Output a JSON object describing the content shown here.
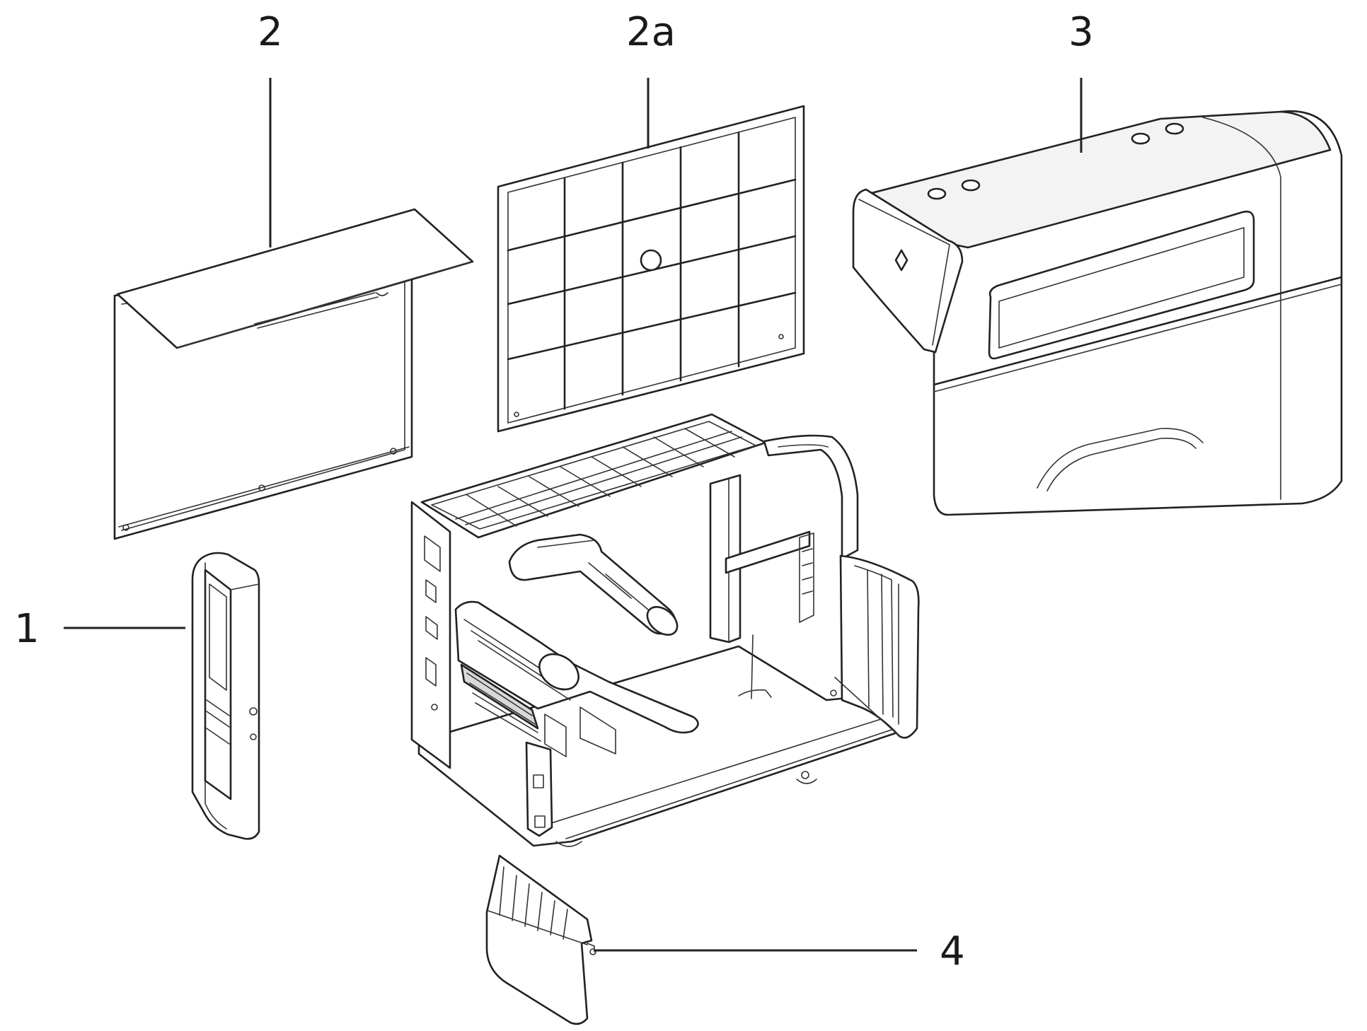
{
  "callouts": {
    "c1": "1",
    "c2": "2",
    "c2a": "2a",
    "c3": "3",
    "c4": "4"
  },
  "colors": {
    "line": "#222222",
    "background": "#ffffff"
  }
}
